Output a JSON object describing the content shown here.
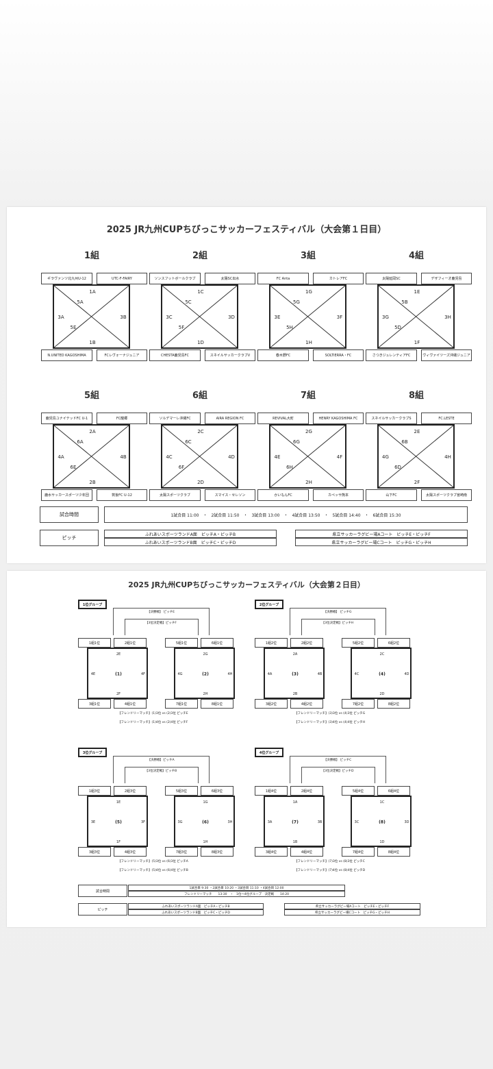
{
  "day1": {
    "title": "2025 JR九州CUPちびっこサッカーフェスティバル（大会第１日目）",
    "groups": [
      {
        "name": "1組",
        "teams": [
          "ギラヴァンツ北九州U-12",
          "UTC-F-FAIRY",
          "N.UNITED KAGOSHIMA",
          "FCレヴォーナジュニア"
        ],
        "labels": {
          "top": "1A",
          "bottom": "1B",
          "left": "3A",
          "right": "3B",
          "d1": "5A",
          "d2": "5E"
        }
      },
      {
        "name": "2組",
        "teams": [
          "ソンスフットボールクラブ",
          "太陽SC出水",
          "CHESTA鹿児島FC",
          "スネイルサッカークラブV"
        ],
        "labels": {
          "top": "1C",
          "bottom": "1D",
          "left": "3C",
          "right": "3D",
          "d1": "5C",
          "d2": "5F"
        }
      },
      {
        "name": "3組",
        "teams": [
          "FC Anta",
          "カトレアFC",
          "春木野FC",
          "SOLTIERRA・FC"
        ],
        "labels": {
          "top": "1G",
          "bottom": "1H",
          "left": "3E",
          "right": "3F",
          "d1": "5G",
          "d2": "5H"
        }
      },
      {
        "name": "4組",
        "teams": [
          "太陽延岡SC",
          "デザフィーオ鹿児島",
          "さつきジュレンティアFC",
          "ヴィヴァイツーズ沖縄ジュニア"
        ],
        "labels": {
          "top": "1E",
          "bottom": "1F",
          "left": "3G",
          "right": "3H",
          "d1": "5B",
          "d2": "5D"
        }
      },
      {
        "name": "5組",
        "teams": [
          "鹿児島ユナイテッドFC U-1",
          "FC龍郷",
          "鹿水サッカースポーツ少年団",
          "筑後FC U-12"
        ],
        "labels": {
          "top": "2A",
          "bottom": "2B",
          "left": "4A",
          "right": "4B",
          "d1": "6A",
          "d2": "6E"
        }
      },
      {
        "name": "6組",
        "teams": [
          "ソルデマーレ沖縄FC",
          "AIRA REGION FC",
          "太陽スポーツクラブ",
          "スマイス・セレソン"
        ],
        "labels": {
          "top": "2C",
          "bottom": "2D",
          "left": "4C",
          "right": "4D",
          "d1": "6C",
          "d2": "6F"
        }
      },
      {
        "name": "7組",
        "teams": [
          "REVIVAL大町",
          "HENRY KAGOSHIMA FC",
          "かいもんFC",
          "カペッサ熊本"
        ],
        "labels": {
          "top": "2G",
          "bottom": "2H",
          "left": "4E",
          "right": "4F",
          "d1": "6G",
          "d2": "6H"
        }
      },
      {
        "name": "8組",
        "teams": [
          "スネイルサッカークラブS",
          "FC.LESTE",
          "山下FC",
          "太陽スポーツクラブ宮崎南"
        ],
        "labels": {
          "top": "2E",
          "bottom": "2F",
          "left": "4G",
          "right": "4H",
          "d1": "6B",
          "d2": "6D"
        }
      }
    ],
    "schedule_label": "試合時間",
    "schedule": "1試合目 11:00　・　2試合目 11:50　・　3試合目 13:00　・　4試合目 13:50　・　5試合目 14:40　・　6試合目 15:30",
    "pitch_label": "ピッチ",
    "pitch": [
      "ふれあいスポーツランドA面　ピッチA・ピッチB",
      "ふれあいスポーツランドB面　ピッチC・ピッチD",
      "県立サッカーラグビー場Aコート　ピッチE・ピッチF",
      "県立サッカーラグビー場Cコート　ピッチG・ピッチH"
    ]
  },
  "day2": {
    "title": "2025 JR九州CUPちびっこサッカーフェスティバル（大会第２日目）",
    "blocks": [
      {
        "label": "1位グループ",
        "final": "【決勝戦】 ピッチE",
        "third": "【3位決定戦】ピッチF",
        "courts": [
          {
            "tl": "1組1位",
            "tr": "2組1位",
            "bl": "3組1位",
            "br": "4組1位",
            "top": "2E",
            "bottom": "2F",
            "left": "4E",
            "right": "4F",
            "center": "(1)"
          },
          {
            "tl": "5組1位",
            "tr": "6組1位",
            "bl": "7組1位",
            "br": "8組1位",
            "top": "2G",
            "bottom": "2H",
            "left": "4G",
            "right": "4H",
            "center": "(2)"
          }
        ],
        "friendly": [
          "【フレンドリーマッチ】(1)3位 vs (2)3位  ピッチE",
          "【フレンドリーマッチ】(1)4位 vs (2)4位  ピッチF"
        ]
      },
      {
        "label": "2位グループ",
        "final": "【決勝戦】 ピッチG",
        "third": "【3位決定戦】ピッチH",
        "courts": [
          {
            "tl": "1組2位",
            "tr": "2組2位",
            "bl": "3組2位",
            "br": "4組2位",
            "top": "2A",
            "bottom": "2B",
            "left": "4A",
            "right": "4B",
            "center": "(3)"
          },
          {
            "tl": "5組2位",
            "tr": "6組2位",
            "bl": "7組2位",
            "br": "8組2位",
            "top": "2C",
            "bottom": "2D",
            "left": "4C",
            "right": "4D",
            "center": "(4)"
          }
        ],
        "friendly": [
          "【フレンドリーマッチ】(3)3位 vs (4)3位  ピッチG",
          "【フレンドリーマッチ】(3)4位 vs (4)4位  ピッチH"
        ]
      },
      {
        "label": "3位グループ",
        "final": "【決勝戦】ピッチA",
        "third": "【3位決定戦】ピッチB",
        "courts": [
          {
            "tl": "1組3位",
            "tr": "2組3位",
            "bl": "3組3位",
            "br": "4組3位",
            "top": "1E",
            "bottom": "1F",
            "left": "3E",
            "right": "3F",
            "center": "(5)"
          },
          {
            "tl": "5組3位",
            "tr": "6組3位",
            "bl": "7組3位",
            "br": "8組3位",
            "top": "1G",
            "bottom": "1H",
            "left": "3G",
            "right": "3H",
            "center": "(6)"
          }
        ],
        "friendly": [
          "【フレンドリーマッチ】(5)3位 vs (6)3位  ピッチA",
          "【フレンドリーマッチ】(5)4位 vs (6)4位  ピッチB"
        ]
      },
      {
        "label": "4位グループ",
        "final": "【決勝戦】 ピッチC",
        "third": "【3位決定戦】ピッチD",
        "courts": [
          {
            "tl": "1組4位",
            "tr": "2組4位",
            "bl": "3組4位",
            "br": "4組4位",
            "top": "1A",
            "bottom": "1B",
            "left": "3A",
            "right": "3B",
            "center": "(7)"
          },
          {
            "tl": "5組4位",
            "tr": "6組4位",
            "bl": "7組4位",
            "br": "8組4位",
            "top": "1C",
            "bottom": "1D",
            "left": "3C",
            "right": "3D",
            "center": "(8)"
          }
        ],
        "friendly": [
          "【フレンドリーマッチ】(7)3位 vs (8)3位  ピッチC",
          "【フレンドリーマッチ】(7)4位 vs (8)4位  ピッチD"
        ]
      }
    ],
    "schedule_label": "試合時間",
    "schedule": [
      "1試合目  9:30 ・2試合目 10:20 ・3試合目 11:10 ・4試合目 12:00",
      "フレンドリーマッチ　　13:30　・　1位～4位グループ　決定戦　　14:20"
    ],
    "pitch_label": "ピッチ",
    "pitch": [
      "ふれあいスポーツランドA面　ピッチA・ピッチB",
      "ふれあいスポーツランドB面　ピッチC・ピッチD",
      "県立サッカーラグビー場Aコート　ピッチE・ピッチF",
      "県立サッカーラグビー場Cコート　ピッチG・ピッチH"
    ]
  }
}
